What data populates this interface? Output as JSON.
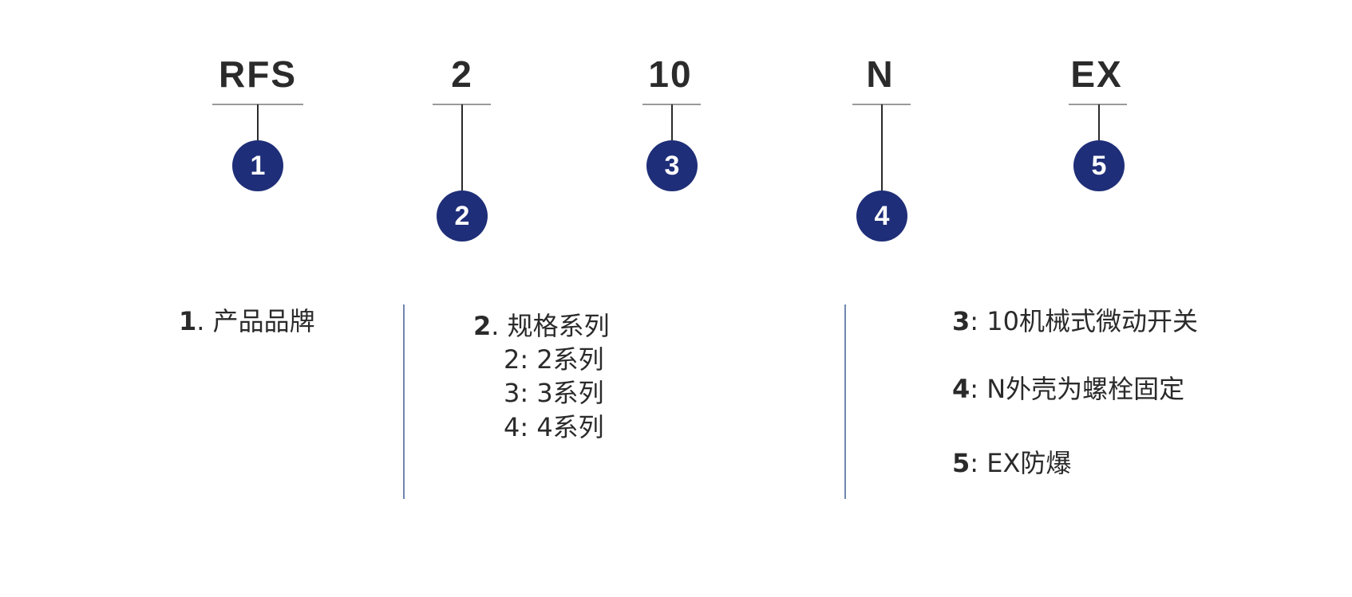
{
  "code_segments": [
    {
      "text": "RFS",
      "number": "1"
    },
    {
      "text": "2",
      "number": "2"
    },
    {
      "text": "10",
      "number": "3"
    },
    {
      "text": "N",
      "number": "4"
    },
    {
      "text": "EX",
      "number": "5"
    }
  ],
  "descriptions": {
    "d1": {
      "num": "1",
      "sep": ". ",
      "text": "产品品牌"
    },
    "d2": {
      "num": "2",
      "sep": ". ",
      "text": "规格系列"
    },
    "d2_options": [
      "2: 2系列",
      "3: 3系列",
      "4: 4系列"
    ],
    "d3": {
      "num": "3",
      "sep": ": ",
      "text": "10机械式微动开关"
    },
    "d4": {
      "num": "4",
      "sep": ": ",
      "text": "N外壳为螺栓固定"
    },
    "d5": {
      "num": "5",
      "sep": ": ",
      "text": "EX防爆"
    }
  },
  "colors": {
    "marker_fill": "#1f2e78",
    "divider": "#6f86b0",
    "text": "#2a2a2a"
  }
}
